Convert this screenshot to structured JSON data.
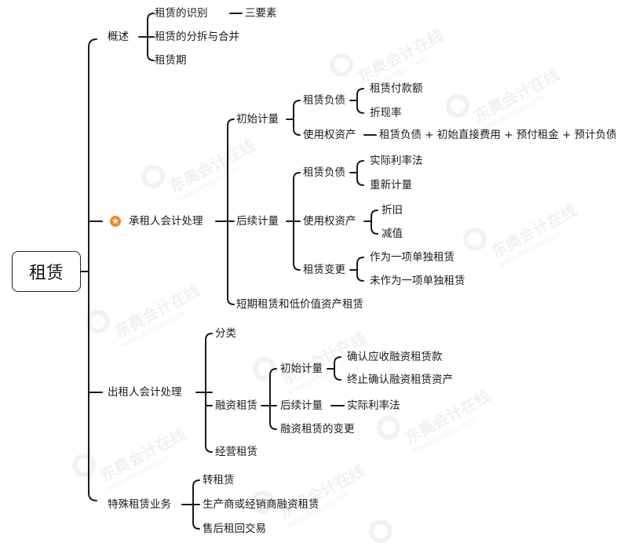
{
  "root": "租赁",
  "l1": {
    "overview": "概述",
    "lessee": "承租人会计处理",
    "lessor": "出租人会计处理",
    "special": "特殊租赁业务"
  },
  "overview": {
    "identify": "租赁的识别",
    "identify_note": "三要素",
    "split_merge": "租赁的分拆与合并",
    "term": "租赁期"
  },
  "lessee": {
    "initial": "初始计量",
    "initial_liability": "租赁负债",
    "lease_payments": "租赁付款额",
    "discount_rate": "折现率",
    "rou_asset": "使用权资产",
    "rou_formula": "租赁负债 + 初始直接费用 + 预付租金 + 预计负债",
    "subsequent": "后续计量",
    "sub_liability": "租赁负债",
    "effective_rate": "实际利率法",
    "remeasure": "重新计量",
    "sub_rou": "使用权资产",
    "depreciation": "折旧",
    "impairment": "减值",
    "modification": "租赁变更",
    "as_separate": "作为一项单独租赁",
    "not_separate": "未作为一项单独租赁",
    "short_term": "短期租赁和低价值资产租赁"
  },
  "lessor": {
    "classification": "分类",
    "finance_lease": "融资租赁",
    "initial": "初始计量",
    "recognize_receivable": "确认应收融资租赁款",
    "derecognize": "终止确认融资租赁资产",
    "subsequent": "后续计量",
    "effective_rate": "实际利率法",
    "modification": "融资租赁的变更",
    "operating_lease": "经营租赁"
  },
  "special": {
    "sublease": "转租赁",
    "manufacturer": "生产商或经销商融资租赁",
    "leaseback": "售后租回交易"
  },
  "icons": {
    "star": "star-badge-icon",
    "watermark": "dongao-watermark"
  },
  "watermark": {
    "brand": "东奥会计在线",
    "url": "www.dongao.com"
  },
  "colors": {
    "line": "#1a1a1a",
    "star_orange": "#f08a24",
    "text": "#1a1a1a"
  }
}
